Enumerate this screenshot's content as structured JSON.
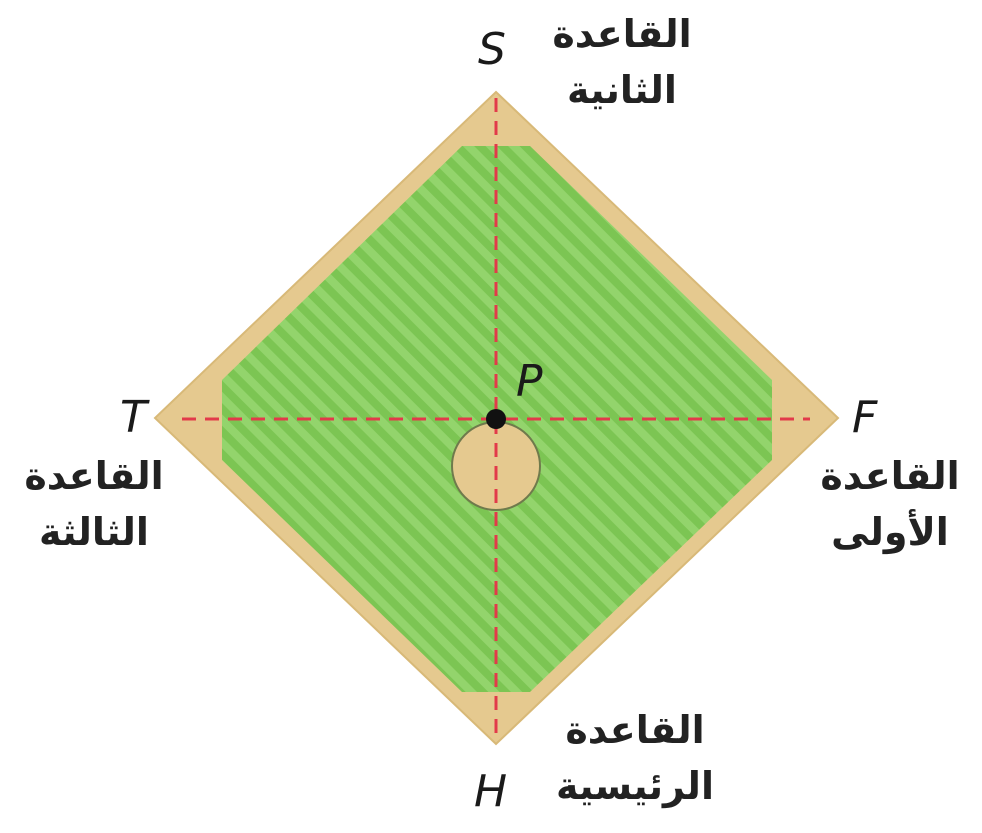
{
  "colors": {
    "background": "#ffffff",
    "dirt": "#e5c98f",
    "grass_light": "#93d46c",
    "grass_dark": "#7cc553",
    "axis_line": "#e23a4a",
    "point": "#111111",
    "text": "#222222"
  },
  "points": {
    "second_base": "S",
    "third_base": "T",
    "first_base": "F",
    "home_plate": "H",
    "pitcher": "P"
  },
  "labels": {
    "second_base": {
      "line1": "القاعدة",
      "line2": "الثانية"
    },
    "third_base": {
      "line1": "القاعدة",
      "line2": "الثالثة"
    },
    "first_base": {
      "line1": "القاعدة",
      "line2": "الأولى"
    },
    "home_plate": {
      "line1": "القاعدة",
      "line2": "الرئيسية"
    }
  }
}
